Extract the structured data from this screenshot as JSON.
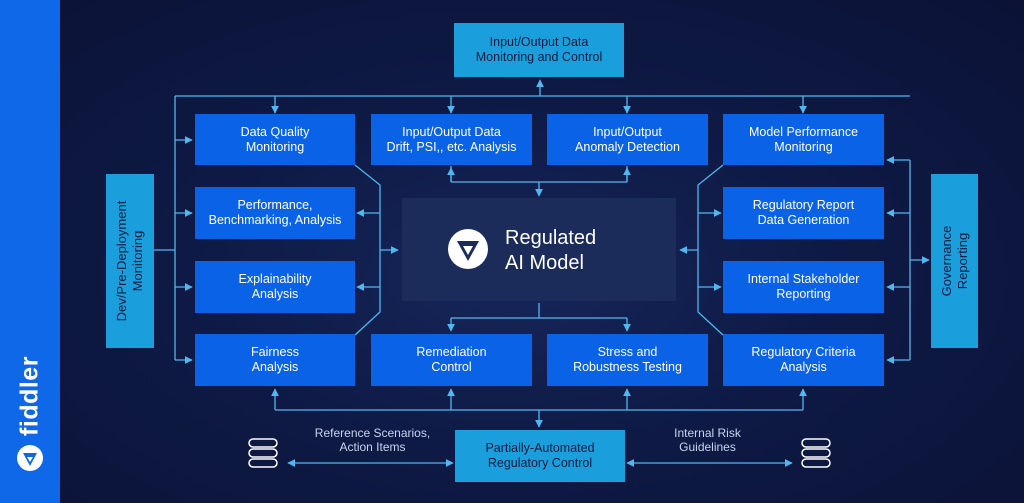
{
  "brand": {
    "name": "fiddler"
  },
  "center": {
    "title": "Regulated\nAI Model"
  },
  "top_box": {
    "label": "Input/Output Data\nMonitoring and Control"
  },
  "bottom_box": {
    "label": "Partially-Automated\nRegulatory Control"
  },
  "left_panel": {
    "label": "Dev/Pre-Deployment\nMonitoring"
  },
  "right_panel": {
    "label": "Governance\nReporting"
  },
  "row1": [
    "Data Quality\nMonitoring",
    "Input/Output Data\nDrift, PSI,, etc. Analysis",
    "Input/Output\nAnomaly Detection",
    "Model Performance\nMonitoring"
  ],
  "left_column": [
    "Performance,\nBenchmarking, Analysis",
    "Explainability\nAnalysis"
  ],
  "right_column": [
    "Regulatory Report\nData Generation",
    "Internal Stakeholder\nReporting"
  ],
  "row4": [
    "Fairness\nAnalysis",
    "Remediation\nControl",
    "Stress and\nRobustness Testing",
    "Regulatory Criteria\nAnalysis"
  ],
  "notes": {
    "left": "Reference Scenarios,\nAction Items",
    "right": "Internal Risk\nGuidelines"
  },
  "colors": {
    "brand_blue": "#0f68e8",
    "box_blue": "#0a63e6",
    "cyan": "#1a9fdc",
    "background": "#0e1a45"
  },
  "icons": [
    "fiddler-logo-icon",
    "database-icon"
  ]
}
